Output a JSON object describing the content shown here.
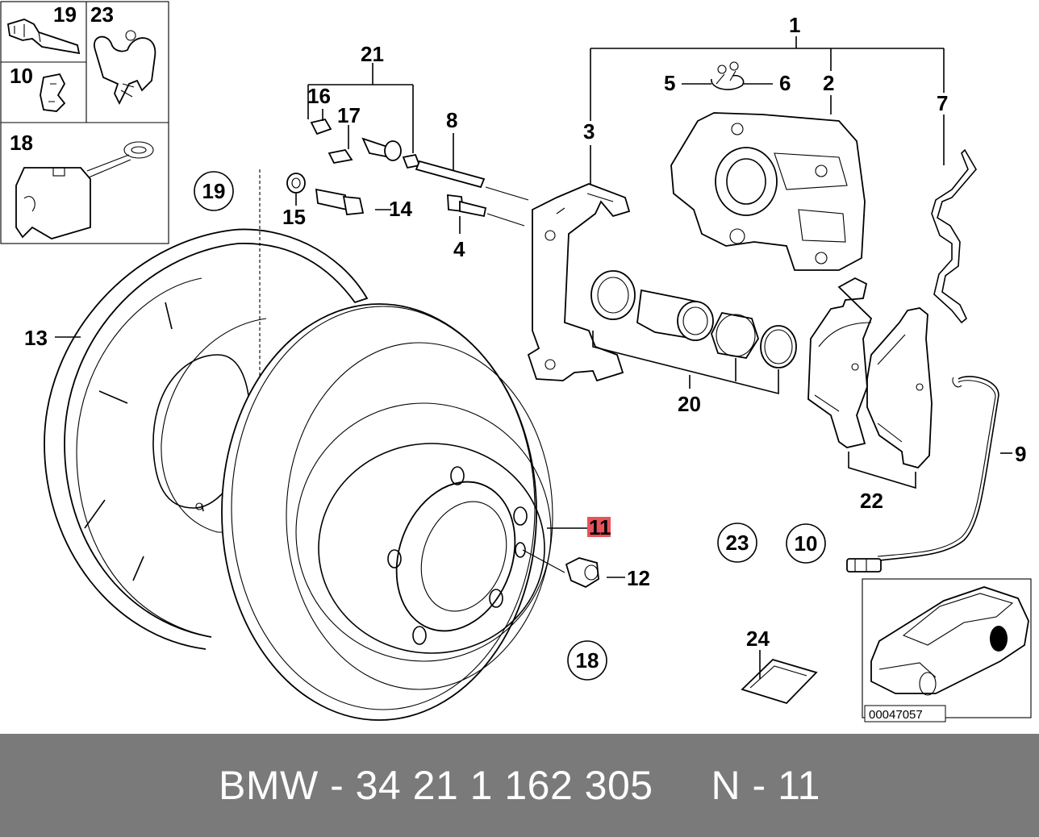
{
  "diagram": {
    "callouts": {
      "p1": "1",
      "p2": "2",
      "p3": "3",
      "p4": "4",
      "p5": "5",
      "p6": "6",
      "p7": "7",
      "p8": "8",
      "p9": "9",
      "p11": "11",
      "p12": "12",
      "p13": "13",
      "p14": "14",
      "p15": "15",
      "p16": "16",
      "p17": "17",
      "p20": "20",
      "p21": "21",
      "p22": "22",
      "p24": "24"
    },
    "circled_refs": {
      "c19": "19",
      "c23": "23",
      "c10": "10",
      "c18": "18"
    },
    "inset_labels": {
      "i19": "19",
      "i23": "23",
      "i10": "10",
      "i18": "18"
    },
    "highlighted_part": "11",
    "highlight_color": "#e8525a",
    "car_inset_code": "00047057"
  },
  "footer": {
    "text": "BMW - 34 21 1 162 305     N - 11"
  },
  "colors": {
    "footer_bg": "#7a7a7a",
    "footer_text": "#ffffff",
    "line": "#000000"
  }
}
